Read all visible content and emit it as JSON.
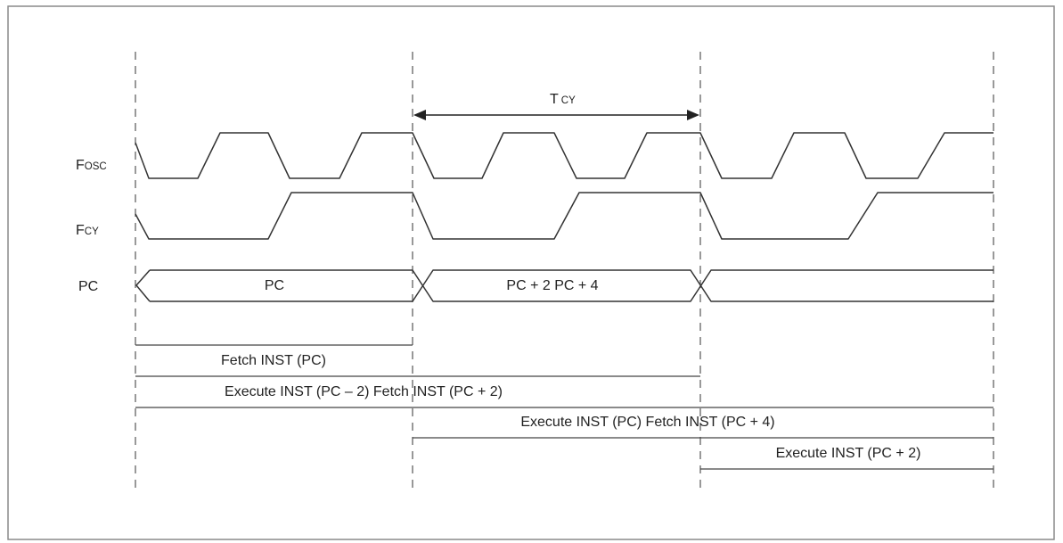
{
  "signals": {
    "fosc": {
      "main": "F",
      "sub": "OSC"
    },
    "fcy": {
      "main": "F",
      "sub": "CY"
    },
    "pc": "PC"
  },
  "tcy": {
    "main": "T",
    "sub": "CY"
  },
  "pc_bus": {
    "segment_1": "PC",
    "segment_2": "PC + 2 PC + 4"
  },
  "pipeline": {
    "row_1": "Fetch INST (PC)",
    "row_2": "Execute INST (PC – 2) Fetch INST (PC + 2)",
    "row_3": "Execute INST (PC) Fetch INST (PC + 4)",
    "row_4": "Execute INST (PC + 2)"
  }
}
